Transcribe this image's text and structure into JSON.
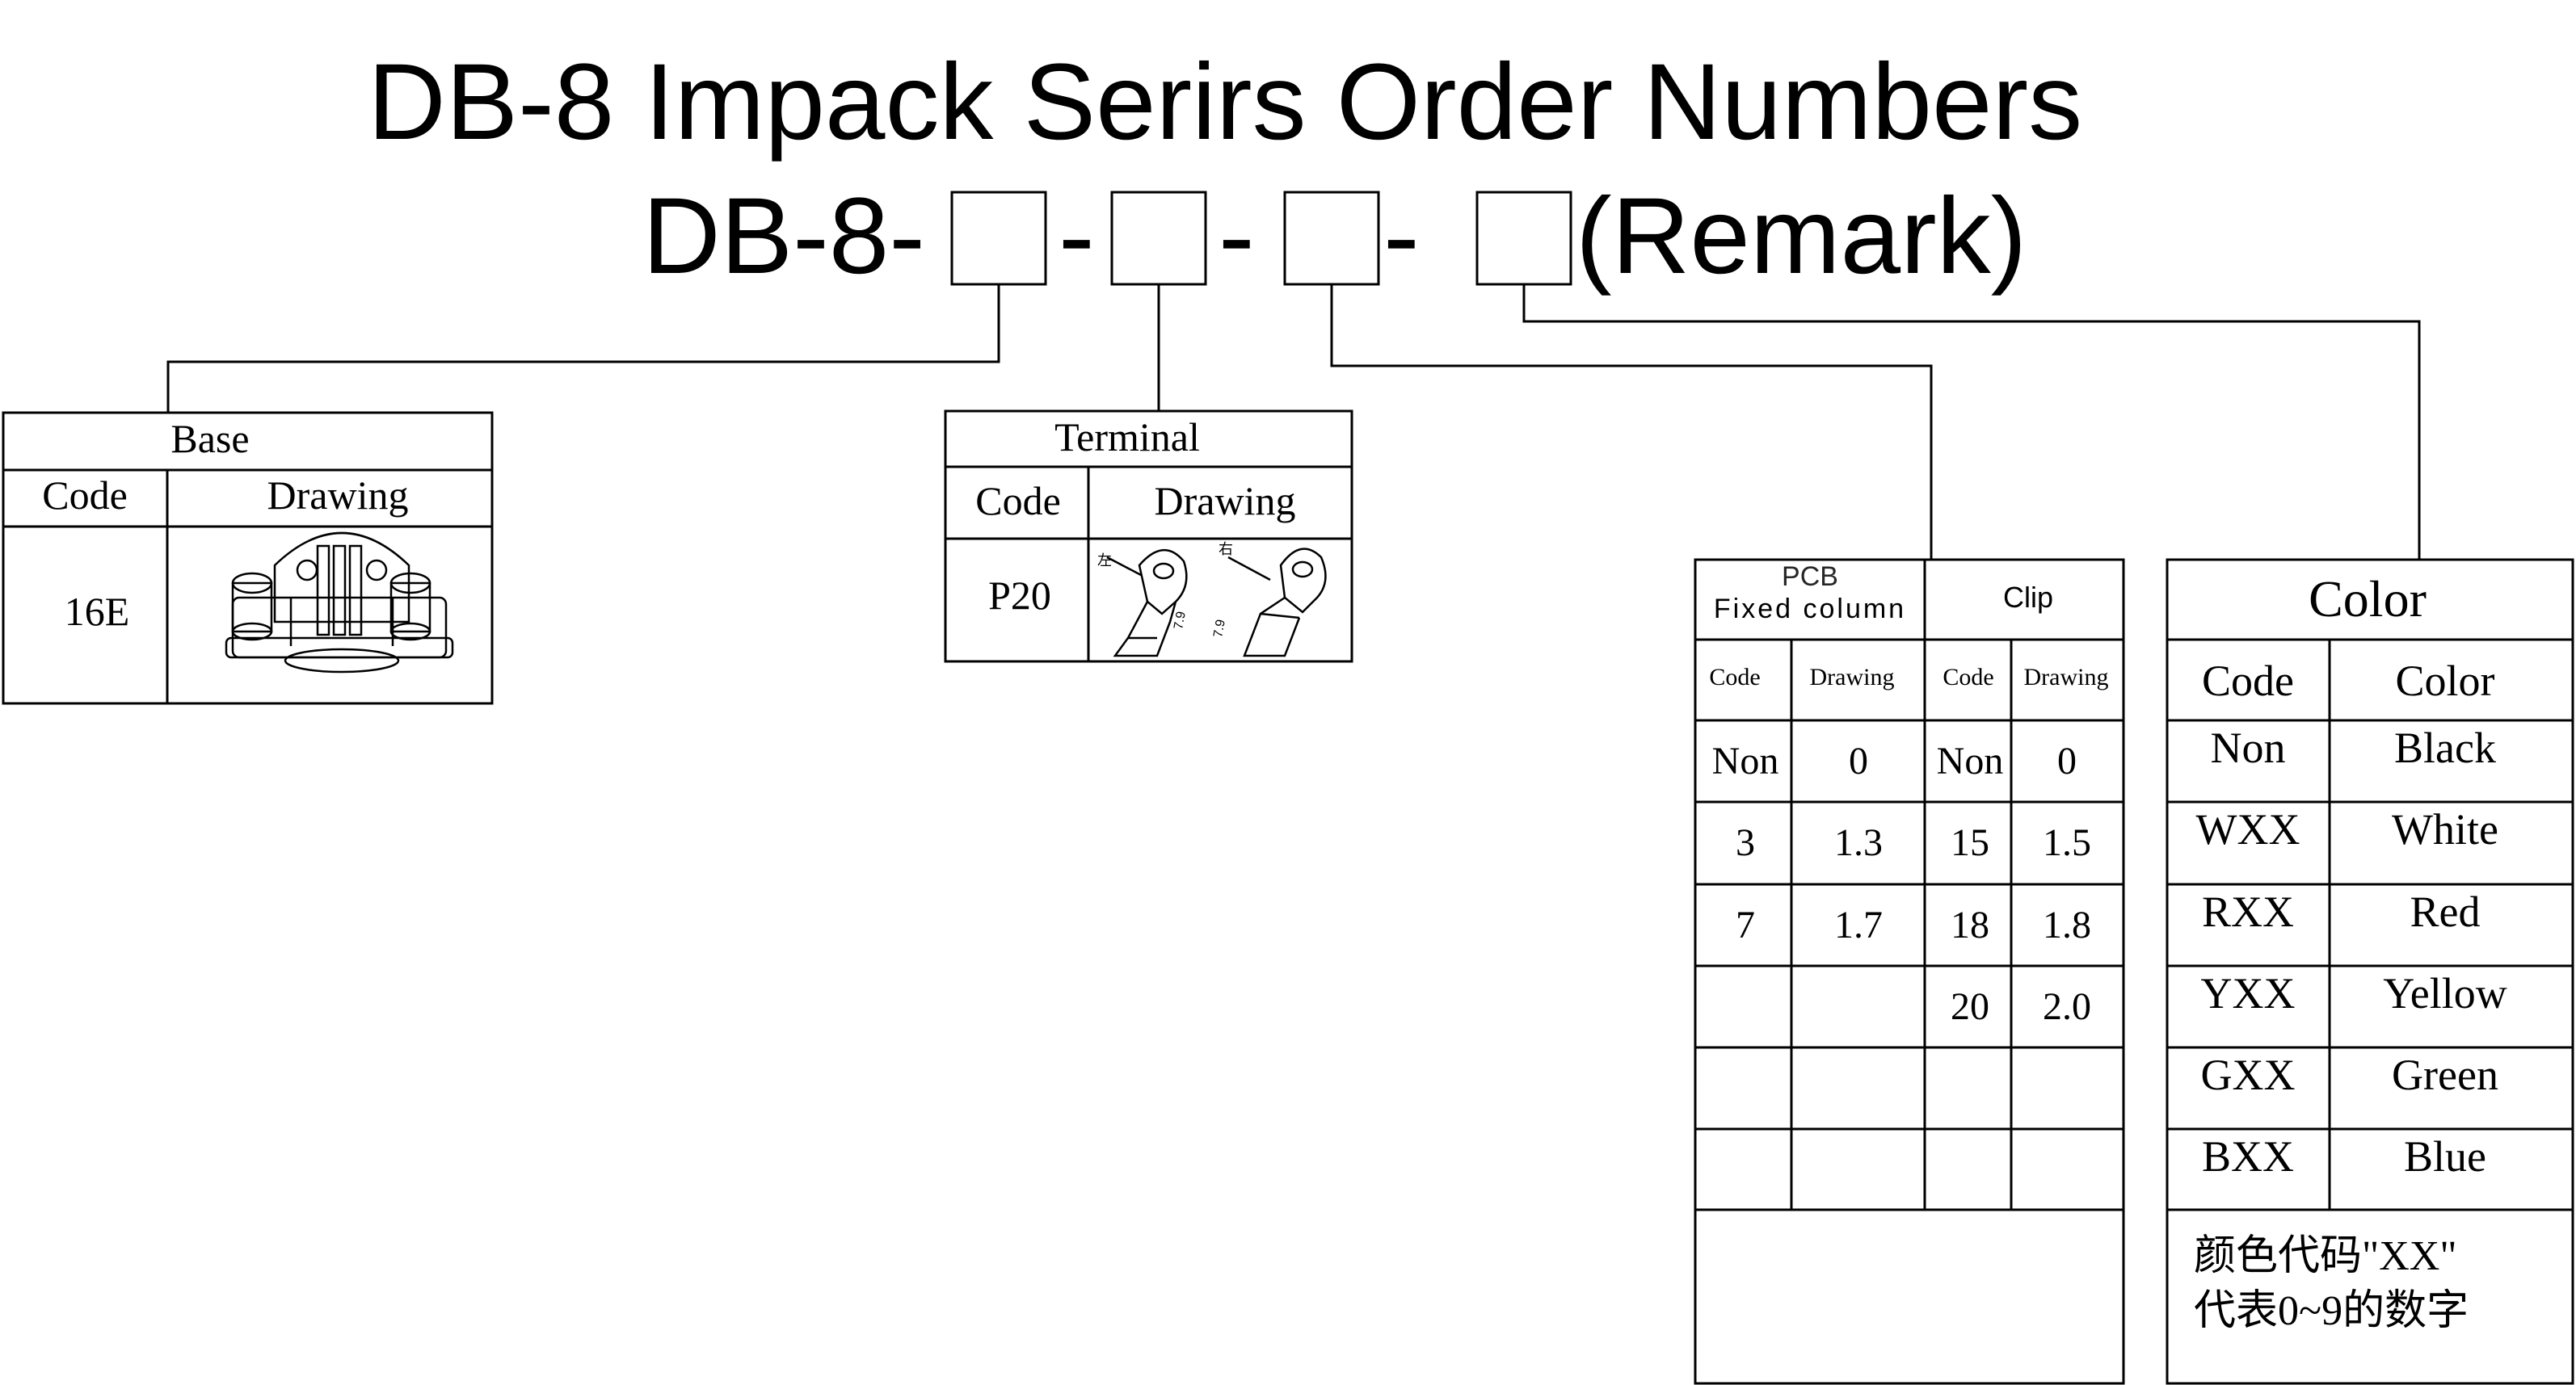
{
  "title": "DB-8 Impack Serirs Order Numbers",
  "order_code": {
    "prefix": "DB-8-",
    "sep": "-",
    "remark": "(Remark)"
  },
  "base": {
    "header": "Base",
    "col_code": "Code",
    "col_drawing": "Drawing",
    "code": "16E"
  },
  "terminal": {
    "header": "Terminal",
    "col_code": "Code",
    "col_drawing": "Drawing",
    "code": "P20",
    "label_left": "左",
    "label_right": "右",
    "dim_left": "7.9",
    "dim_right": "7.9"
  },
  "pcb_clip": {
    "pcb_header_1": "PCB",
    "pcb_header_2": "Fixed column",
    "clip_header": "Clip",
    "col_code": "Code",
    "col_drawing": "Drawing",
    "rows": [
      [
        "Non",
        "0",
        "Non",
        "0"
      ],
      [
        "3",
        "1.3",
        "15",
        "1.5"
      ],
      [
        "7",
        "1.7",
        "18",
        "1.8"
      ],
      [
        "",
        "",
        "20",
        "2.0"
      ],
      [
        "",
        "",
        "",
        ""
      ],
      [
        "",
        "",
        "",
        ""
      ]
    ]
  },
  "color": {
    "header": "Color",
    "col_code": "Code",
    "col_color": "Color",
    "rows": [
      [
        "Non",
        "Black"
      ],
      [
        "WXX",
        "White"
      ],
      [
        "RXX",
        "Red"
      ],
      [
        "YXX",
        "Yellow"
      ],
      [
        "GXX",
        "Green"
      ],
      [
        "BXX",
        "Blue"
      ]
    ],
    "note_1": "颜色代码\"XX\"",
    "note_2": "代表0~9的数字"
  }
}
